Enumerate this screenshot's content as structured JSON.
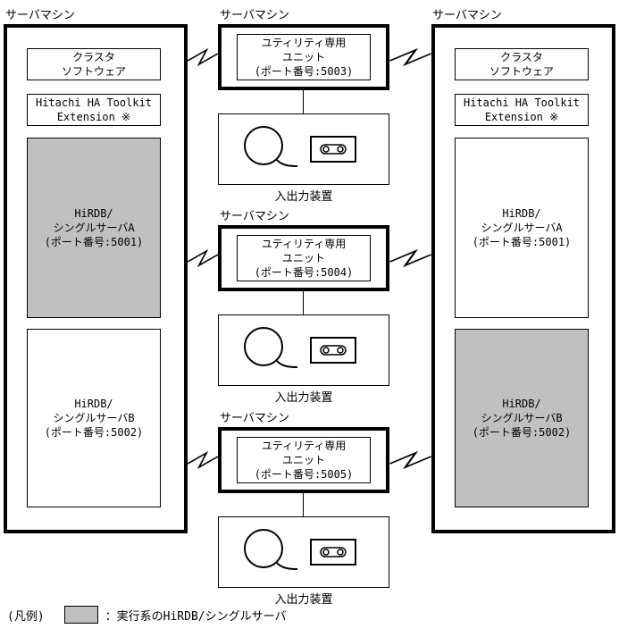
{
  "colors": {
    "active_fill": "#c0c0c0",
    "border": "#000000",
    "background": "#ffffff"
  },
  "left_server": {
    "label": "サーバマシン",
    "cluster_software": "クラスタ\nソフトウェア",
    "ha_toolkit": "Hitachi HA Toolkit\nExtension ※",
    "server_a": "HiRDB/\nシングルサーバA\n(ポート番号:5001)",
    "server_b": "HiRDB/\nシングルサーバB\n(ポート番号:5002)"
  },
  "right_server": {
    "label": "サーバマシン",
    "cluster_software": "クラスタ\nソフトウェア",
    "ha_toolkit": "Hitachi HA Toolkit\nExtension ※",
    "server_a": "HiRDB/\nシングルサーバA\n(ポート番号:5001)",
    "server_b": "HiRDB/\nシングルサーバB\n(ポート番号:5002)"
  },
  "utility_groups": [
    {
      "label": "サーバマシン",
      "unit": "ユティリティ専用\nユニット\n(ポート番号:5003)",
      "io_label": "入出力装置"
    },
    {
      "label": "サーバマシン",
      "unit": "ユティリティ専用\nユニット\n(ポート番号:5004)",
      "io_label": "入出力装置"
    },
    {
      "label": "サーバマシン",
      "unit": "ユティリティ専用\nユニット\n(ポート番号:5005)",
      "io_label": "入出力装置"
    }
  ],
  "legend": {
    "prefix": "(凡例)",
    "text": "：実行系のHiRDB/シングルサーバ"
  }
}
